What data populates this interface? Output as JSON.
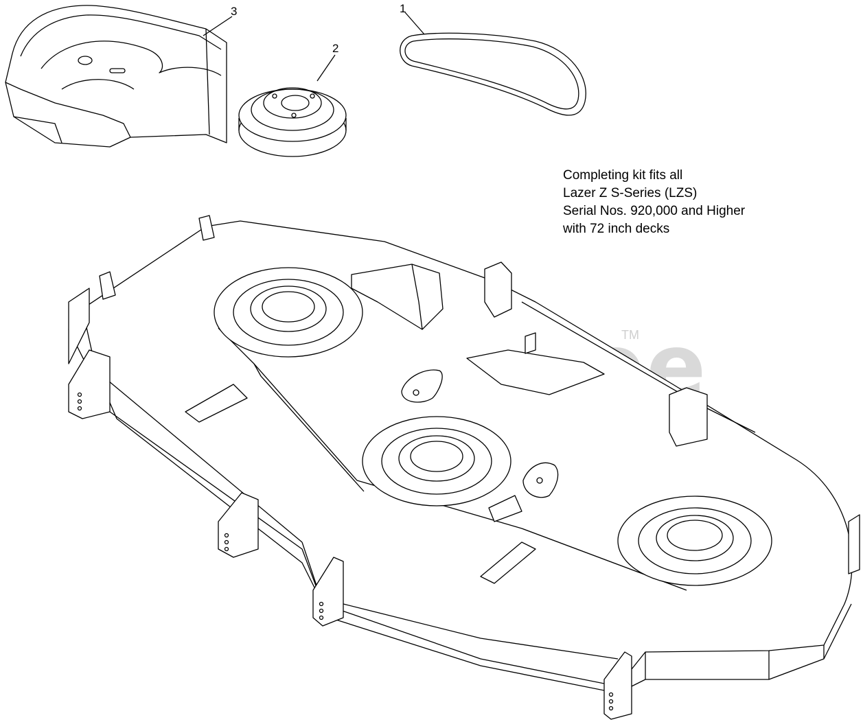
{
  "callouts": [
    {
      "number": "1",
      "part": "belt"
    },
    {
      "number": "2",
      "part": "pulley"
    },
    {
      "number": "3",
      "part": "belt-cover"
    }
  ],
  "note_lines": [
    "Completing kit fits all",
    "Lazer Z S-Series (LZS)",
    "Serial Nos. 920,000 and Higher",
    "with 72 inch decks"
  ],
  "watermark": {
    "text": "PartsTree",
    "trademark": "TM"
  },
  "colors": {
    "line": "#000000",
    "watermark": "#d9d9d9",
    "background": "#ffffff"
  }
}
